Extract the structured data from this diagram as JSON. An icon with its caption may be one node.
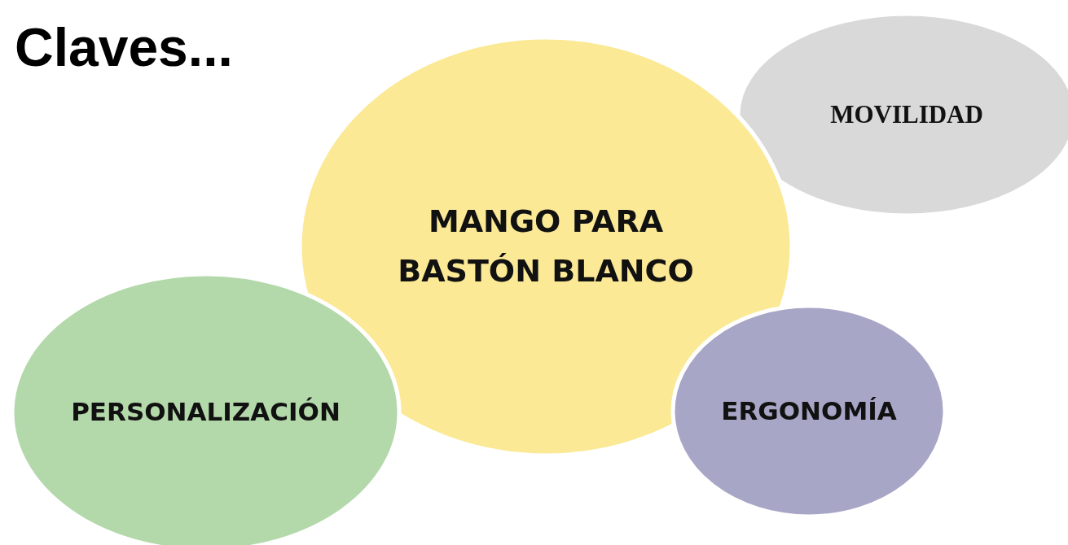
{
  "diagram": {
    "title": "Claves...",
    "nodes": [
      {
        "text": [
          "MOVILIDAD"
        ]
      },
      {
        "text": [
          "MANGO PARA BASTÓN BLANCO"
        ]
      },
      {
        "text": [
          "PERSONALIZACIÓN"
        ]
      },
      {
        "text": [
          "ERGONOMÍA"
        ]
      }
    ],
    "edges": []
  }
}
